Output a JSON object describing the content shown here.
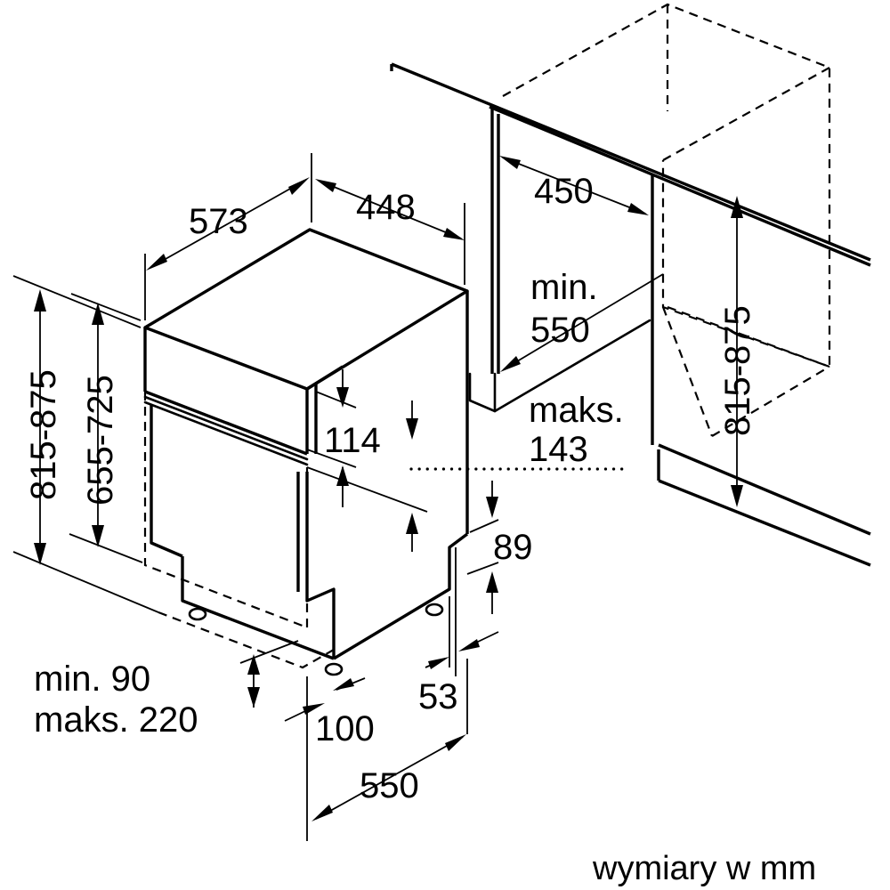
{
  "diagram": {
    "title": "Dishwasher semi-integrated installation dimensions",
    "dimensions": {
      "depth_573": "573",
      "width_448": "448",
      "niche_450": "450",
      "niche_min_label": "min.",
      "niche_min_value": "550",
      "niche_height": "815-875",
      "total_height": "815-875",
      "panel_height": "655-725",
      "panel_114": "114",
      "maks_label": "maks.",
      "maks_value": "143",
      "plinth_89": "89",
      "plinth_53": "53",
      "min_90": "min. 90",
      "maks_220": "maks. 220",
      "depth_100": "100",
      "depth_550": "550"
    },
    "unit_note": "wymiary w mm"
  }
}
